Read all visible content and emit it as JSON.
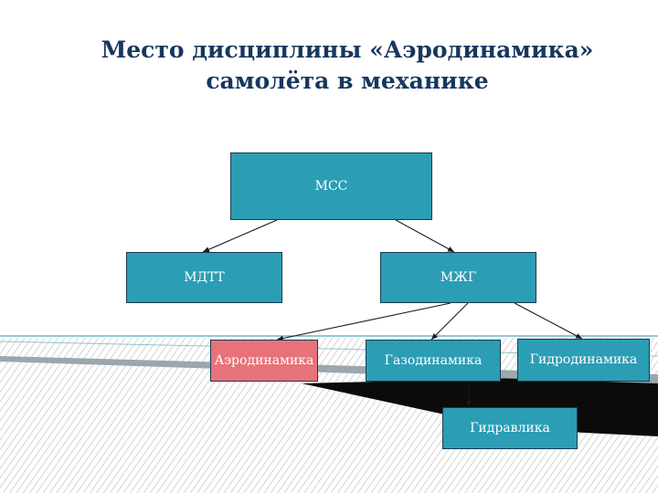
{
  "title": {
    "line1": "Место дисциплины «Аэродинамика»",
    "line2": "самолёта в механике"
  },
  "colors": {
    "title": "#17375e",
    "node": "#2b9db5",
    "highlight": "#e7727a",
    "border": "#1a3a52",
    "arrow": "#1a1a1a"
  },
  "nodes": {
    "mss": "МСС",
    "mdtt": "МДТТ",
    "mzhg": "МЖГ",
    "aero": "Аэродинамика",
    "gazo": "Газодинамика",
    "gidro": "Гидродинамика",
    "gidravlika": "Гидравлика"
  },
  "edges": [
    [
      "mss",
      "mdtt"
    ],
    [
      "mss",
      "mzhg"
    ],
    [
      "mzhg",
      "aero"
    ],
    [
      "mzhg",
      "gazo"
    ],
    [
      "mzhg",
      "gidro"
    ],
    [
      "gazo",
      "gidravlika"
    ]
  ]
}
